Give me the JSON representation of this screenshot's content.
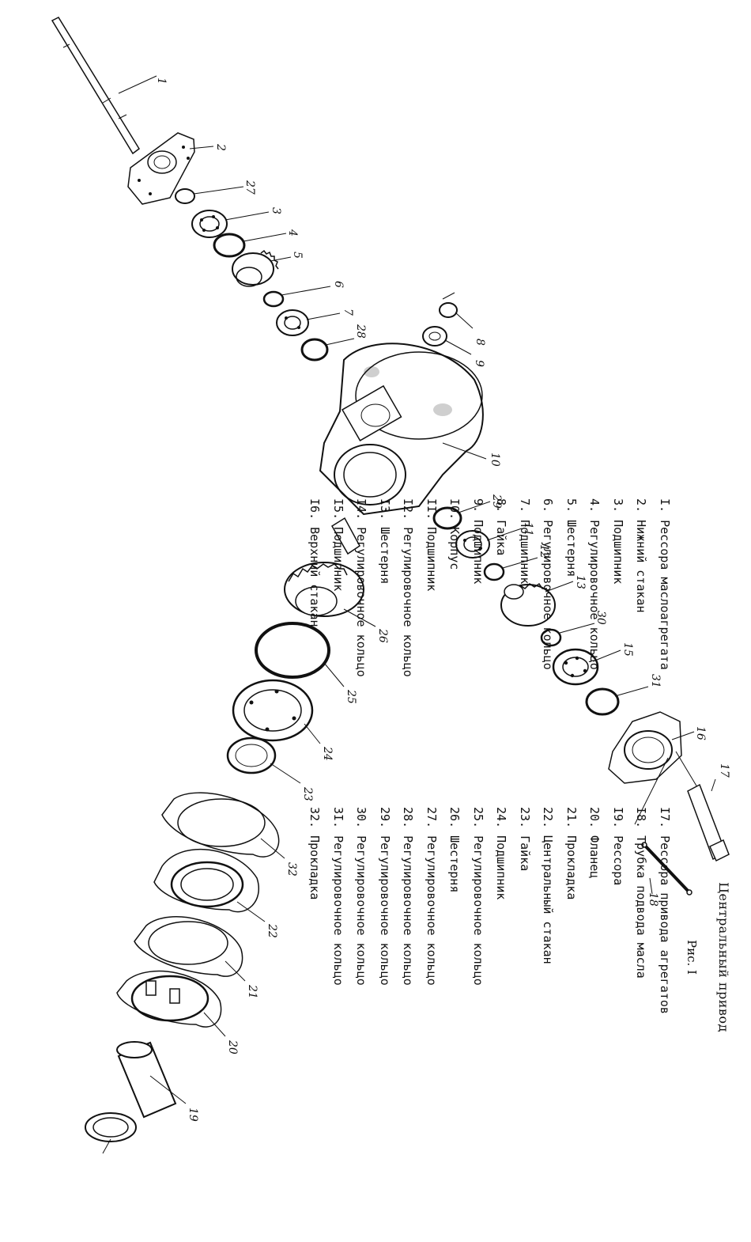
{
  "title": "Центральный привод",
  "figure": "Рис. I",
  "legend_left": [
    "I. Рессора маслоагрегата",
    "2. Нижний стакан",
    "3. Подшипник",
    "4. Регулировочное кольцо",
    "5. Шестерня",
    "6. Регулировочное кольцо",
    "7. Подшипник",
    "8. Гайка",
    "9. Подшипник",
    "IO. Корпус",
    "II. Подшипник",
    "I2. Регулировочное кольцо",
    "I3. Шестерня",
    "I4. Регулировочное кольцо",
    "I5. Подшипник",
    "I6. Верхний стакан"
  ],
  "legend_right": [
    "I7. Рессора привода агрегатов",
    "I8. Трубка подвода масла",
    "I9. Рессора",
    "20. Фланец",
    "21. Прокладка",
    "22. Центральный стакан",
    "23. Гайка",
    "24. Подшипник",
    "25. Регулировочное кольцо",
    "26. Шестерня",
    "27. Регулировочное кольцо",
    "28. Регулировочное кольцо",
    "29. Регулировочное кольцо",
    "30. Регулировочное кольцо",
    "3I. Регулировочное кольцо",
    "32. Прокладка"
  ],
  "callouts": [
    "1",
    "2",
    "27",
    "3",
    "4",
    "5",
    "6",
    "7",
    "28",
    "8",
    "9",
    "10",
    "29",
    "11",
    "12",
    "13",
    "30",
    "15",
    "31",
    "16",
    "17",
    "18",
    "26",
    "25",
    "24",
    "23",
    "32",
    "22",
    "21",
    "20",
    "19"
  ]
}
